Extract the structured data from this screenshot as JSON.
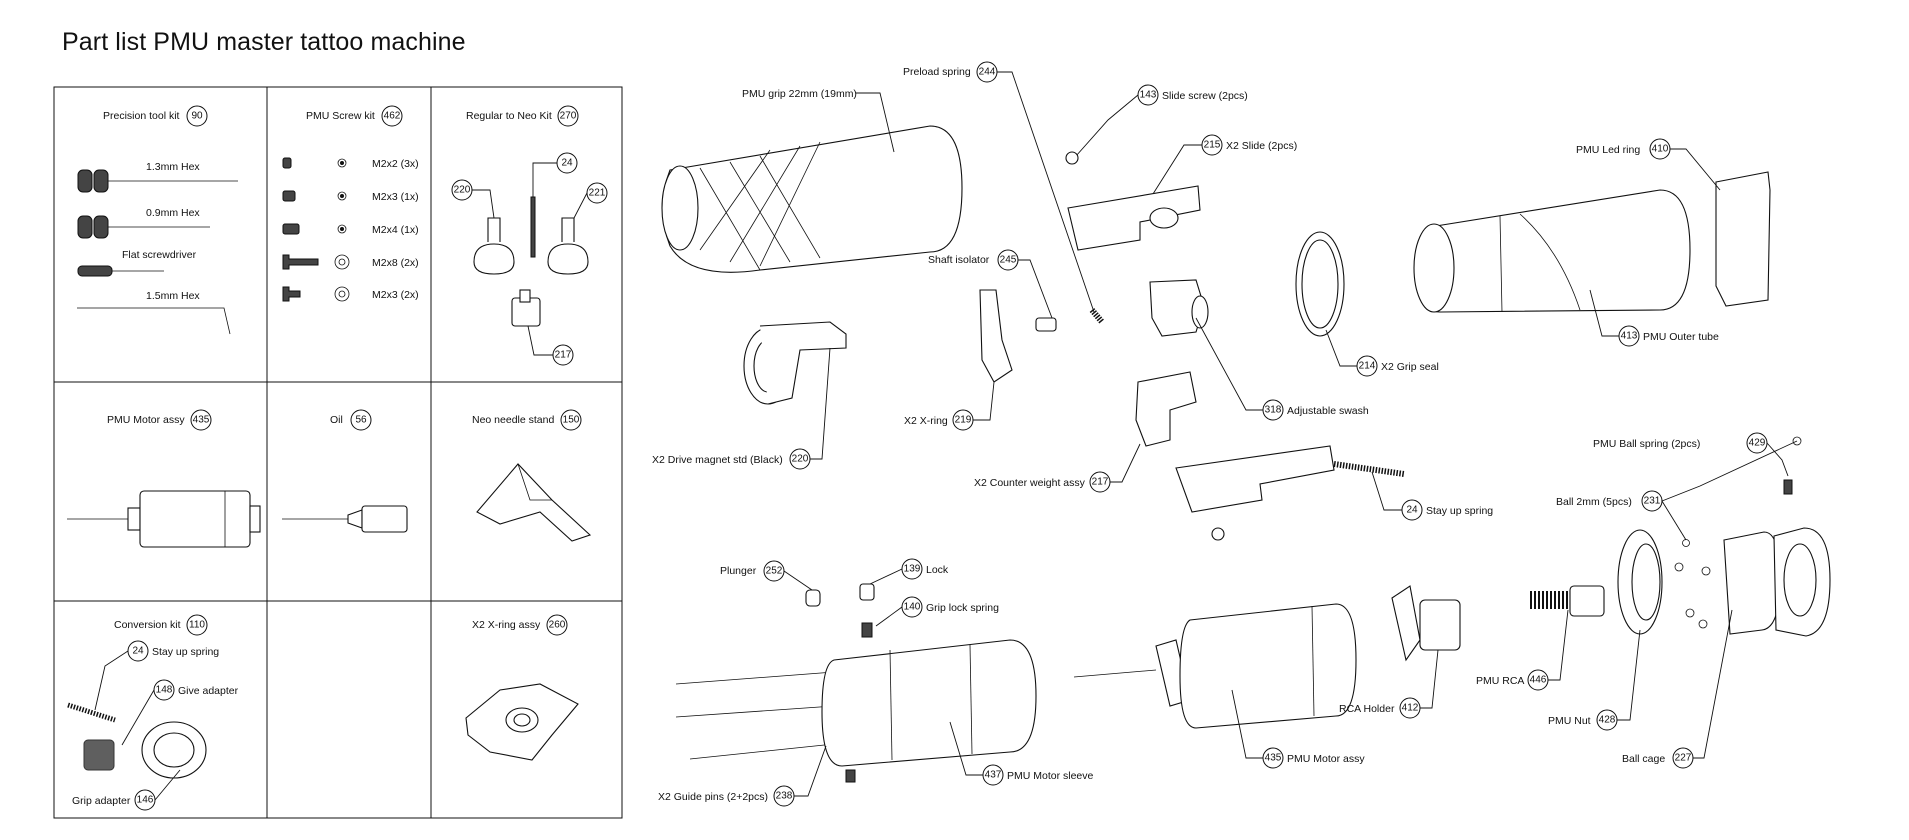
{
  "title": "Part list PMU master tattoo machine",
  "kits": [
    {
      "name": "Precision tool kit",
      "num": "90"
    },
    {
      "name": "PMU Screw kit",
      "num": "462"
    },
    {
      "name": "Regular to Neo Kit",
      "num": "270"
    },
    {
      "name": "PMU Motor assy",
      "num": "435"
    },
    {
      "name": "Oil",
      "num": "56"
    },
    {
      "name": "Neo needle stand",
      "num": "150"
    },
    {
      "name": "Conversion kit",
      "num": "110"
    },
    {
      "name": "X2 X-ring assy",
      "num": "260"
    }
  ],
  "tools": [
    "1.3mm Hex",
    "0.9mm Hex",
    "Flat screwdriver",
    "1.5mm Hex"
  ],
  "screws": [
    "M2x2 (3x)",
    "M2x3 (1x)",
    "M2x4 (1x)",
    "M2x8 (2x)",
    "M2x3 (2x)"
  ],
  "neo_kit_parts": {
    "p220": "220",
    "p24": "24",
    "p221": "221",
    "p217": "217"
  },
  "conversion": {
    "stay_up": {
      "num": "24",
      "label": "Stay up spring"
    },
    "give_adapter": {
      "num": "148",
      "label": "Give adapter"
    },
    "grip_adapter": {
      "num": "146",
      "label": "Grip adapter"
    }
  },
  "callouts": {
    "pmu_grip": {
      "label": "PMU grip 22mm (19mm)",
      "num": ""
    },
    "preload_spring": {
      "label": "Preload spring",
      "num": "244"
    },
    "slide_screw": {
      "label": "Slide screw (2pcs)",
      "num": "143"
    },
    "x2_slide": {
      "label": "X2 Slide (2pcs)",
      "num": "215"
    },
    "shaft_isolator": {
      "label": "Shaft isolator",
      "num": "245"
    },
    "x2_xring": {
      "label": "X2 X-ring",
      "num": "219"
    },
    "drive_magnet": {
      "label": "X2 Drive magnet std (Black)",
      "num": "220"
    },
    "adj_swash": {
      "label": "Adjustable swash",
      "num": "318"
    },
    "counter_weight": {
      "label": "X2 Counter weight assy",
      "num": "217"
    },
    "stay_up_spring": {
      "label": "Stay up spring",
      "num": "24"
    },
    "grip_seal": {
      "label": "X2 Grip seal",
      "num": "214"
    },
    "led_ring": {
      "label": "PMU Led ring",
      "num": "410"
    },
    "outer_tube": {
      "label": "PMU Outer tube",
      "num": "413"
    },
    "ball_spring": {
      "label": "PMU Ball spring (2pcs)",
      "num": "429"
    },
    "ball_2mm": {
      "label": "Ball 2mm (5pcs)",
      "num": "231"
    },
    "plunger": {
      "label": "Plunger",
      "num": "252"
    },
    "lock": {
      "label": "Lock",
      "num": "139"
    },
    "grip_lock_spring": {
      "label": "Grip lock spring",
      "num": "140"
    },
    "guide_pins": {
      "label": "X2 Guide pins (2+2pcs)",
      "num": "238"
    },
    "motor_sleeve": {
      "label": "PMU Motor sleeve",
      "num": "437"
    },
    "motor_assy": {
      "label": "PMU Motor assy",
      "num": "435"
    },
    "rca_holder": {
      "label": "RCA Holder",
      "num": "412"
    },
    "pmu_rca": {
      "label": "PMU RCA",
      "num": "446"
    },
    "pmu_nut": {
      "label": "PMU Nut",
      "num": "428"
    },
    "ball_cage": {
      "label": "Ball cage",
      "num": "227"
    }
  }
}
